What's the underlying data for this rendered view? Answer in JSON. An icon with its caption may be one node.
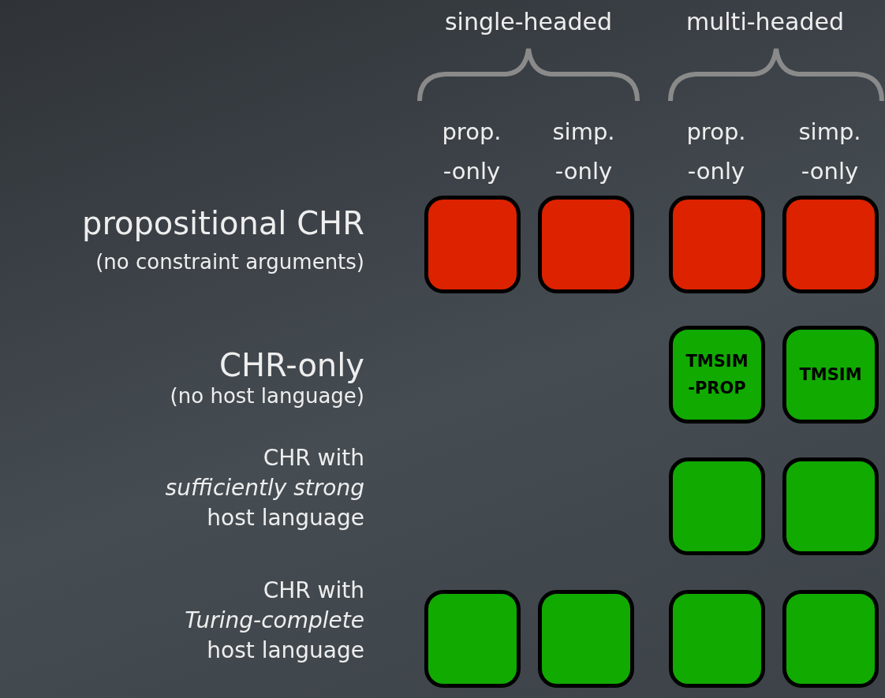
{
  "diagram": {
    "nodes": [
      {
        "text": [],
        "shape": "box"
      },
      {
        "text": [],
        "shape": "box"
      },
      {
        "text": [],
        "shape": "box"
      },
      {
        "text": [],
        "shape": "box"
      },
      {
        "text": [
          "TMSIM -PROP"
        ]
      },
      {
        "text": [
          "TMSIM"
        ]
      },
      {
        "text": [],
        "shape": "box"
      },
      {
        "text": [],
        "shape": "box"
      },
      {
        "text": [],
        "shape": "box"
      },
      {
        "text": [],
        "shape": "box"
      },
      {
        "text": [],
        "shape": "box"
      },
      {
        "text": [],
        "shape": "box"
      }
    ],
    "labels": [
      "single-headed",
      "multi-headed",
      "prop. -only",
      "simp. -only",
      "prop. -only",
      "simp. -only",
      "propositional CHR",
      "(no constraint arguments)",
      "CHR-only",
      "(no host language)",
      "CHR with *sufficiently strong* host language",
      "CHR with *Turing-complete* host language"
    ]
  }
}
